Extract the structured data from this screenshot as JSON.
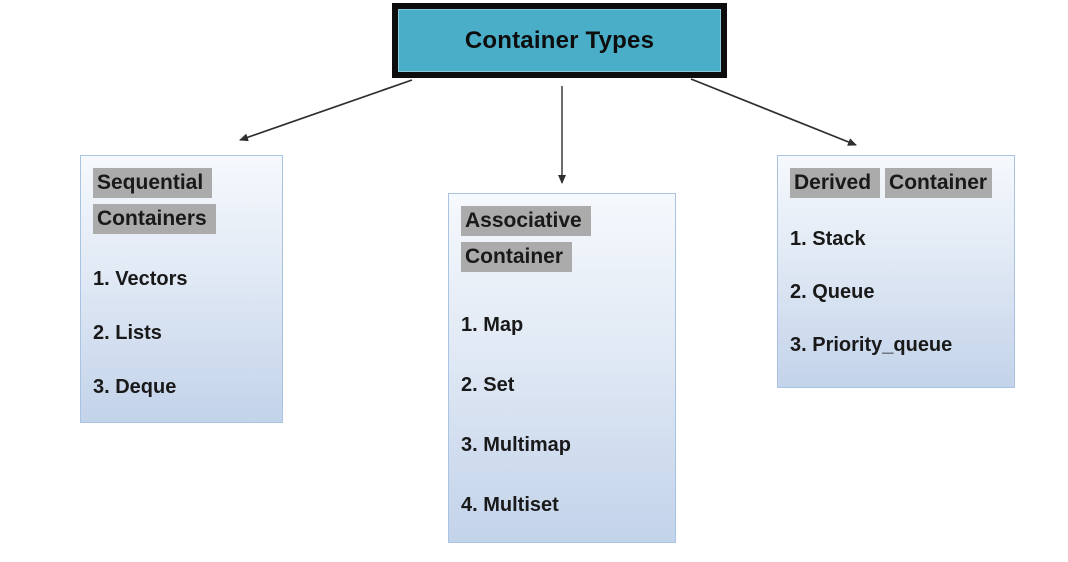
{
  "title": {
    "label": "Container Types"
  },
  "boxes": [
    {
      "name": "Sequential Containers",
      "heading_lines": [
        "Sequential",
        "Containers"
      ],
      "items": [
        "1. Vectors",
        "2. Lists",
        "3. Deque"
      ]
    },
    {
      "name": "Associative Container",
      "heading_lines": [
        "Associative",
        "Container"
      ],
      "items": [
        "1. Map",
        "2. Set",
        "3. Multimap",
        "4. Multiset"
      ]
    },
    {
      "name": "Derived Container",
      "heading_lines": [
        "Derived",
        "Container"
      ],
      "items": [
        "1. Stack",
        "2. Queue",
        "3. Priority_queue"
      ]
    }
  ],
  "colors": {
    "background": "#FFFFFF",
    "title_fill": "#4BAEC8",
    "title_border": "#0D0D0D",
    "heading_highlight": "#ABABAB",
    "box_border": "#A9C3E2",
    "box_gradient_top": "#F6F9FD",
    "box_gradient_bottom": "#C3D3EA",
    "arrow": "#2F2F2F",
    "text": "#191919"
  }
}
